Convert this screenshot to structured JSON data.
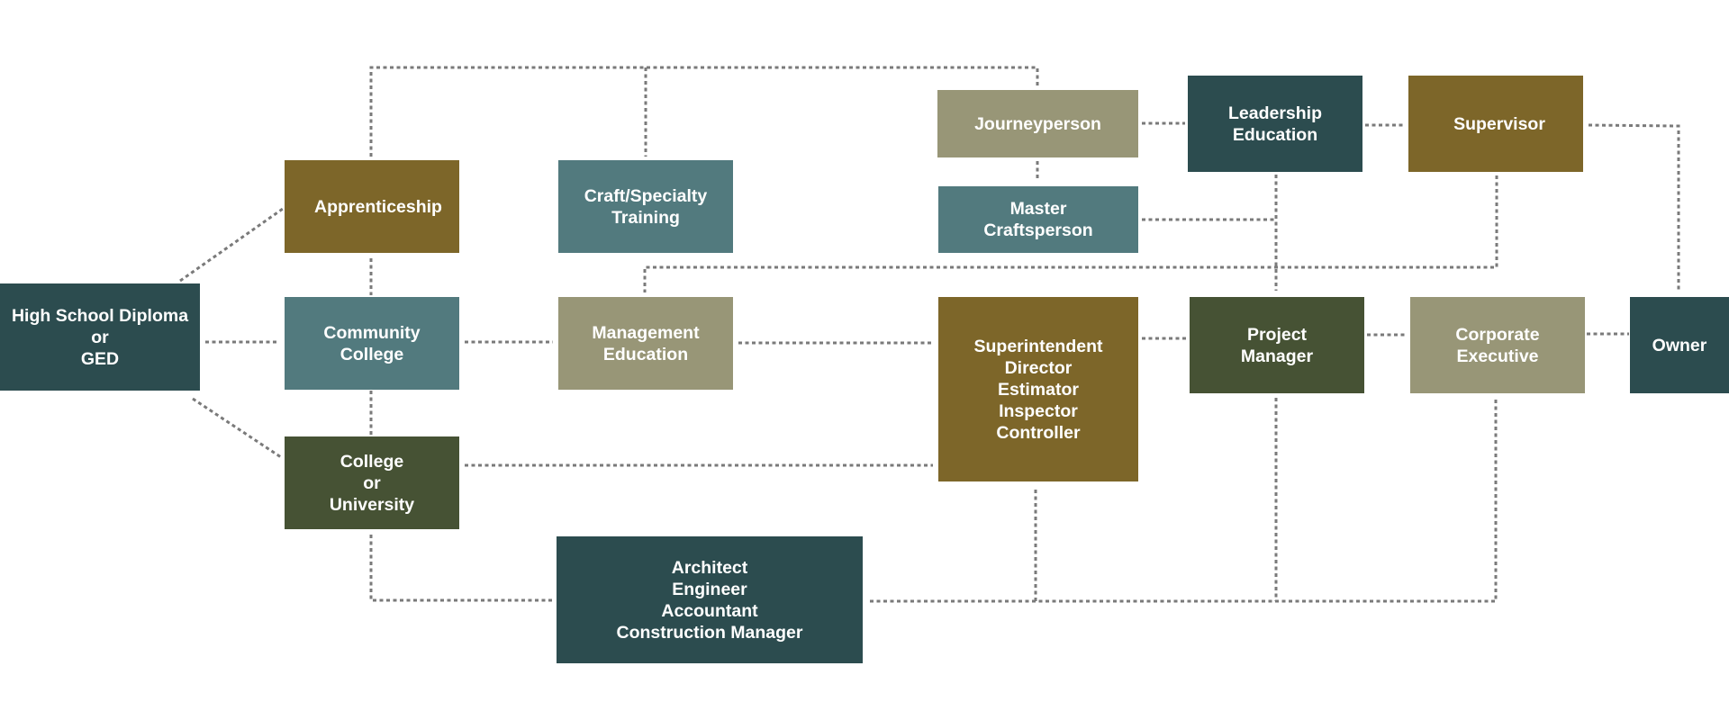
{
  "diagram": {
    "colors": {
      "dark_teal": "#2c4c4f",
      "brown": "#7d6629",
      "slate": "#527a7e",
      "olive": "#465234",
      "khaki": "#989677",
      "connector": "#7a7a7a"
    },
    "nodes": {
      "high_school": "High School Diploma\nor\nGED",
      "apprenticeship": "Apprenticeship",
      "community_college": "Community\nCollege",
      "college_university": "College\nor\nUniversity",
      "craft_training": "Craft/Specialty\nTraining",
      "management_education": "Management\nEducation",
      "professionals": "Architect\nEngineer\nAccountant\nConstruction Manager",
      "journeyperson": "Journeyperson",
      "master_craftsperson": "Master\nCraftsperson",
      "superintendent": "Superintendent\nDirector\nEstimator\nInspector\nController",
      "leadership_education": "Leadership\nEducation",
      "project_manager": "Project\nManager",
      "supervisor": "Supervisor",
      "corporate_executive": "Corporate\nExecutive",
      "owner": "Owner"
    }
  }
}
